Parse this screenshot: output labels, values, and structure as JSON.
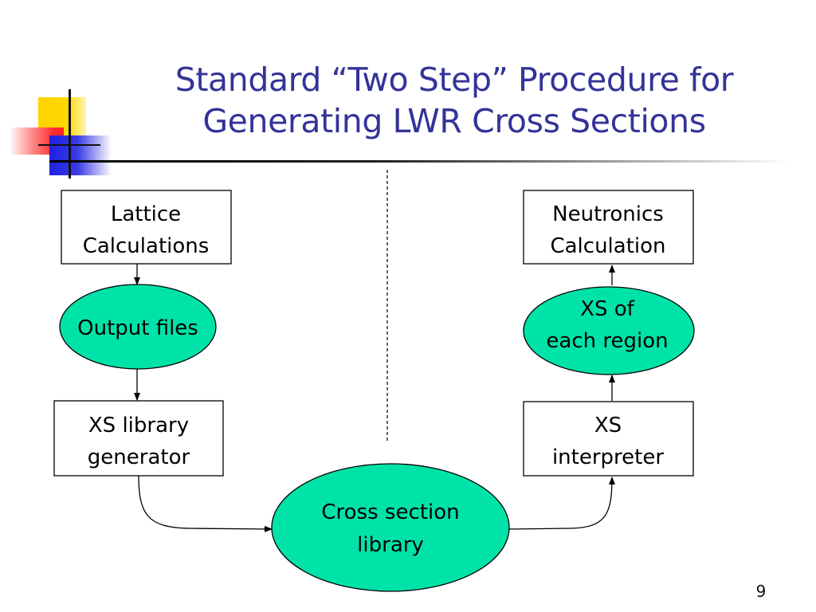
{
  "title": {
    "line1": "Standard “Two Step” Procedure for",
    "line2": "Generating LWR Cross Sections"
  },
  "diagram": {
    "lattice_box": [
      "Lattice",
      "Calculations"
    ],
    "output_files": [
      "Output files"
    ],
    "xs_library_generator": [
      "XS library",
      "generator"
    ],
    "cross_section_library": [
      "Cross section",
      "library"
    ],
    "xs_interpreter": [
      "XS",
      "interpreter"
    ],
    "xs_each_region": [
      "XS of",
      "each region"
    ],
    "neutronics_box": [
      "Neutronics",
      "Calculation"
    ]
  },
  "colors": {
    "title": "#333399",
    "ellipse_fill": "#00E3A8"
  },
  "page_number": "9"
}
